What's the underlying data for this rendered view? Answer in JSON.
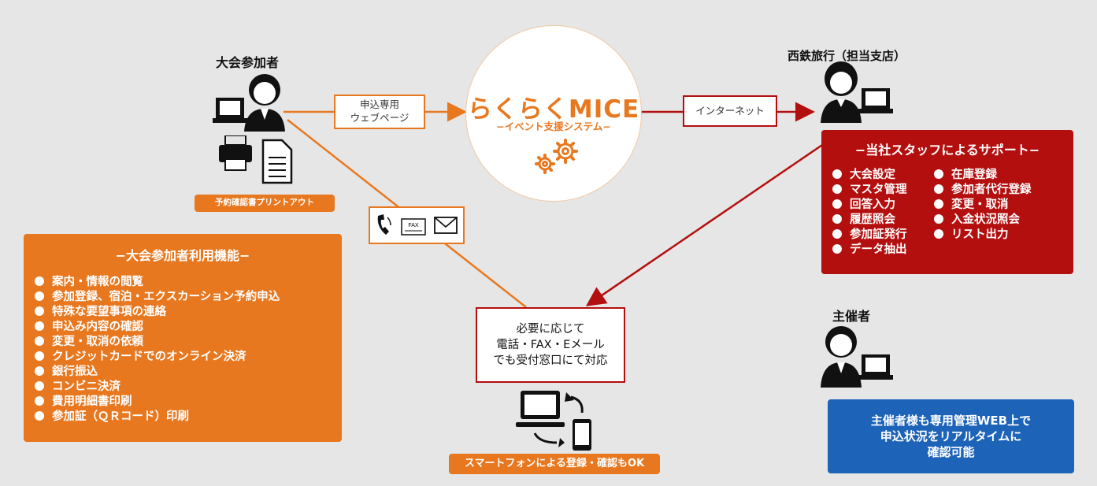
{
  "participant": {
    "title": "大会参加者",
    "print_tag": "予約確認書プリントアウト"
  },
  "travel_agency": {
    "title": "西鉄旅行（担当支店）"
  },
  "organizer": {
    "title": "主催者",
    "note_lines": [
      "主催者様も専用管理WEB上で",
      "申込状況をリアルタイムに",
      "確認可能"
    ]
  },
  "center": {
    "logo": "らくらくMICE",
    "subtitle": "−イベント支援システム−"
  },
  "links": {
    "web_page_lines": [
      "申込専用",
      "ウェブページ"
    ],
    "internet": "インターネット",
    "fax_label": "FAX"
  },
  "support_box": {
    "heading": "−当社スタッフによるサポート−",
    "left_items": [
      "大会設定",
      "マスタ管理",
      "回答入力",
      "履歴照会",
      "参加証発行",
      "データ抽出"
    ],
    "right_items": [
      "在庫登録",
      "参加者代行登録",
      "変更・取消",
      "入金状況照会",
      "リスト出力"
    ]
  },
  "features_box": {
    "heading": "−大会参加者利用機能−",
    "items": [
      "案内・情報の閲覧",
      "参加登録、宿泊・エクスカーション予約申込",
      "特殊な要望事項の連絡",
      "申込み内容の確認",
      "変更・取消の依頼",
      "クレジットカードでのオンライン決済",
      "銀行振込",
      "コンビニ決済",
      "費用明細書印刷",
      "参加証（ＱＲコード）印刷"
    ]
  },
  "contact_box": {
    "lines": [
      "必要に応じて",
      "電話・FAX・Eメール",
      "でも受付窓口にて対応"
    ]
  },
  "smartphone_tag": "スマートフォンによる登録・確認もOK",
  "colors": {
    "orange": "#e8781f",
    "red": "#b40f0f",
    "blue": "#1d63b8",
    "background": "#e6e6e6"
  },
  "icons": [
    "person-icon",
    "laptop-icon",
    "printer-icon",
    "document-icon",
    "phone-icon",
    "fax-icon",
    "mail-icon",
    "gear-icon",
    "computer-icon",
    "smartphone-icon",
    "sync-arrow-icon"
  ]
}
